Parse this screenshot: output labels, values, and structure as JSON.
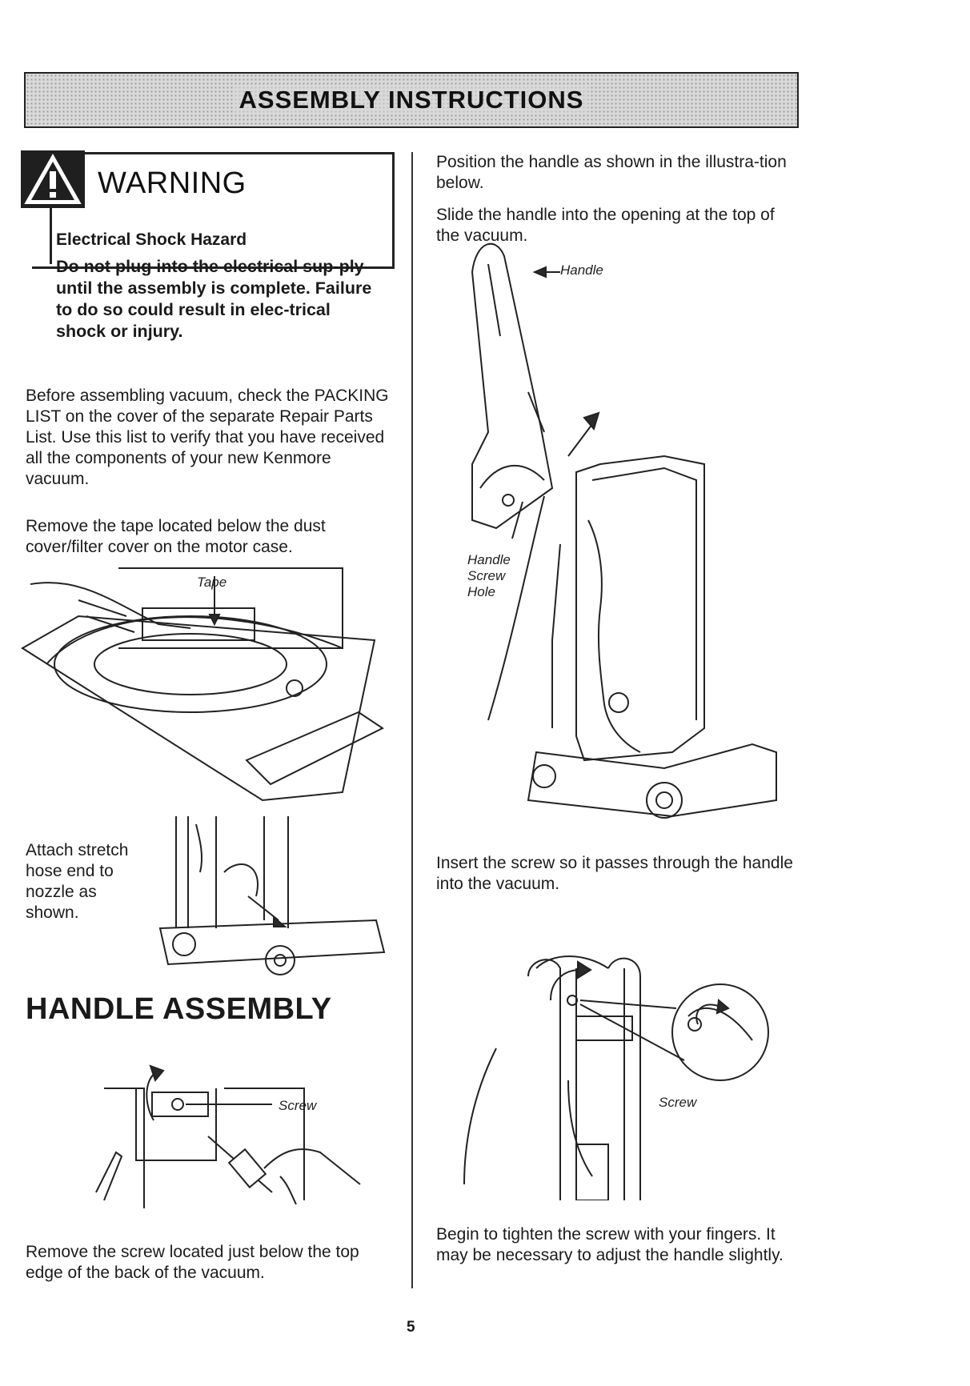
{
  "header": {
    "title": "ASSEMBLY INSTRUCTIONS"
  },
  "warning": {
    "heading": "WARNING",
    "subheading": "Electrical Shock Hazard",
    "body": "Do not plug into the electrical sup-ply until the assembly is complete. Failure to do so could result in elec-trical shock or injury."
  },
  "left": {
    "para_packing": "Before assembling vacuum, check the PACKING LIST on the cover of the separate Repair Parts List. Use this list to verify that you have received all the components of your new Kenmore vacuum.",
    "para_tape": "Remove the tape located below the dust cover/filter cover on the motor case.",
    "label_tape": "Tape",
    "para_hose": "Attach stretch hose end to nozzle as shown.",
    "section_heading": "HANDLE ASSEMBLY",
    "label_screw": "Screw",
    "para_remove_screw": "Remove the screw located just below the top edge of the back of the vacuum."
  },
  "right": {
    "para_position": "Position the handle as shown in the illustra-tion below.",
    "para_slide": "Slide the handle into the opening at the top of the vacuum.",
    "label_handle": "Handle",
    "label_handle_screw_hole": "Handle Screw Hole",
    "para_insert": "Insert the screw so it passes through the handle into the vacuum.",
    "label_screw": "Screw",
    "para_tighten": "Begin to tighten the screw with your fingers. It may be necessary to adjust the handle slightly."
  },
  "footer": {
    "page_number": "5"
  },
  "colors": {
    "ink": "#1a1a1a",
    "banner_bg": "#d9d9d9"
  },
  "icons": [
    "warning-triangle-icon"
  ]
}
